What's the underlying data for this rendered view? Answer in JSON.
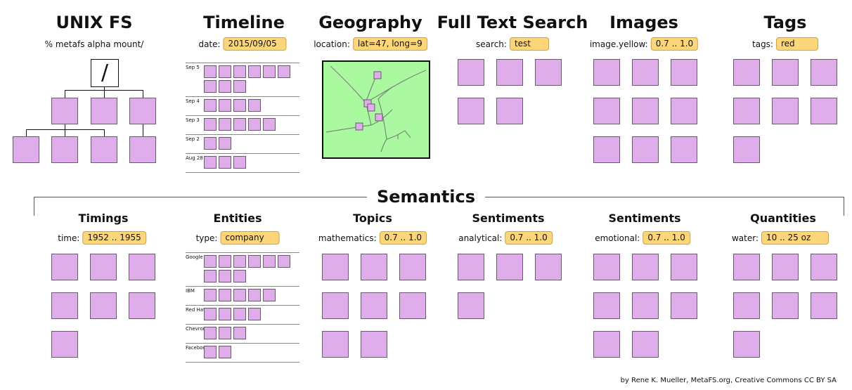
{
  "colors": {
    "square_fill": "#dfaeea",
    "square_border": "#6b5a70",
    "pill_fill": "#fdd67a",
    "map_fill": "#aaf8a0"
  },
  "unix": {
    "title": "UNIX FS",
    "command": "% metafs alpha mount/",
    "root": "/"
  },
  "timeline": {
    "title": "Timeline",
    "label": "date:",
    "value": "2015/09/05",
    "rows": [
      {
        "label": "Sep 5",
        "count": 9
      },
      {
        "label": "Sep 4",
        "count": 4
      },
      {
        "label": "Sep 3",
        "count": 5
      },
      {
        "label": "Sep 2",
        "count": 2
      },
      {
        "label": "Aug 28",
        "count": 3
      }
    ]
  },
  "geography": {
    "title": "Geography",
    "label": "location:",
    "value": "lat=47, long=9"
  },
  "fulltext": {
    "title": "Full Text Search",
    "label": "search:",
    "value": "test",
    "count": 5
  },
  "images": {
    "title": "Images",
    "label": "image.yellow:",
    "value": "0.7 .. 1.0",
    "count": 9
  },
  "tags": {
    "title": "Tags",
    "label": "tags:",
    "value": "red",
    "count": 7
  },
  "semantics": {
    "title": "Semantics"
  },
  "timings": {
    "title": "Timings",
    "label": "time:",
    "value": "1952 .. 1955",
    "count": 7
  },
  "entities": {
    "title": "Entities",
    "label": "type:",
    "value": "company",
    "rows": [
      {
        "label": "Google",
        "count": 9
      },
      {
        "label": "IBM",
        "count": 5
      },
      {
        "label": "Red Hat",
        "count": 4
      },
      {
        "label": "Chevron",
        "count": 3
      },
      {
        "label": "Facebook",
        "count": 2
      }
    ]
  },
  "topics": {
    "title": "Topics",
    "label": "mathematics:",
    "value": "0.7 .. 1.0",
    "count": 8
  },
  "sentiments_a": {
    "title": "Sentiments",
    "label": "analytical:",
    "value": "0.7 .. 1.0",
    "count": 4
  },
  "sentiments_e": {
    "title": "Sentiments",
    "label": "emotional:",
    "value": "0.7 .. 1.0",
    "count": 8
  },
  "quantities": {
    "title": "Quantities",
    "label": "water:",
    "value": "10 .. 25 oz",
    "count": 7
  },
  "credit": "by Rene K. Mueller, MetaFS.org, Creative Commons CC BY SA"
}
